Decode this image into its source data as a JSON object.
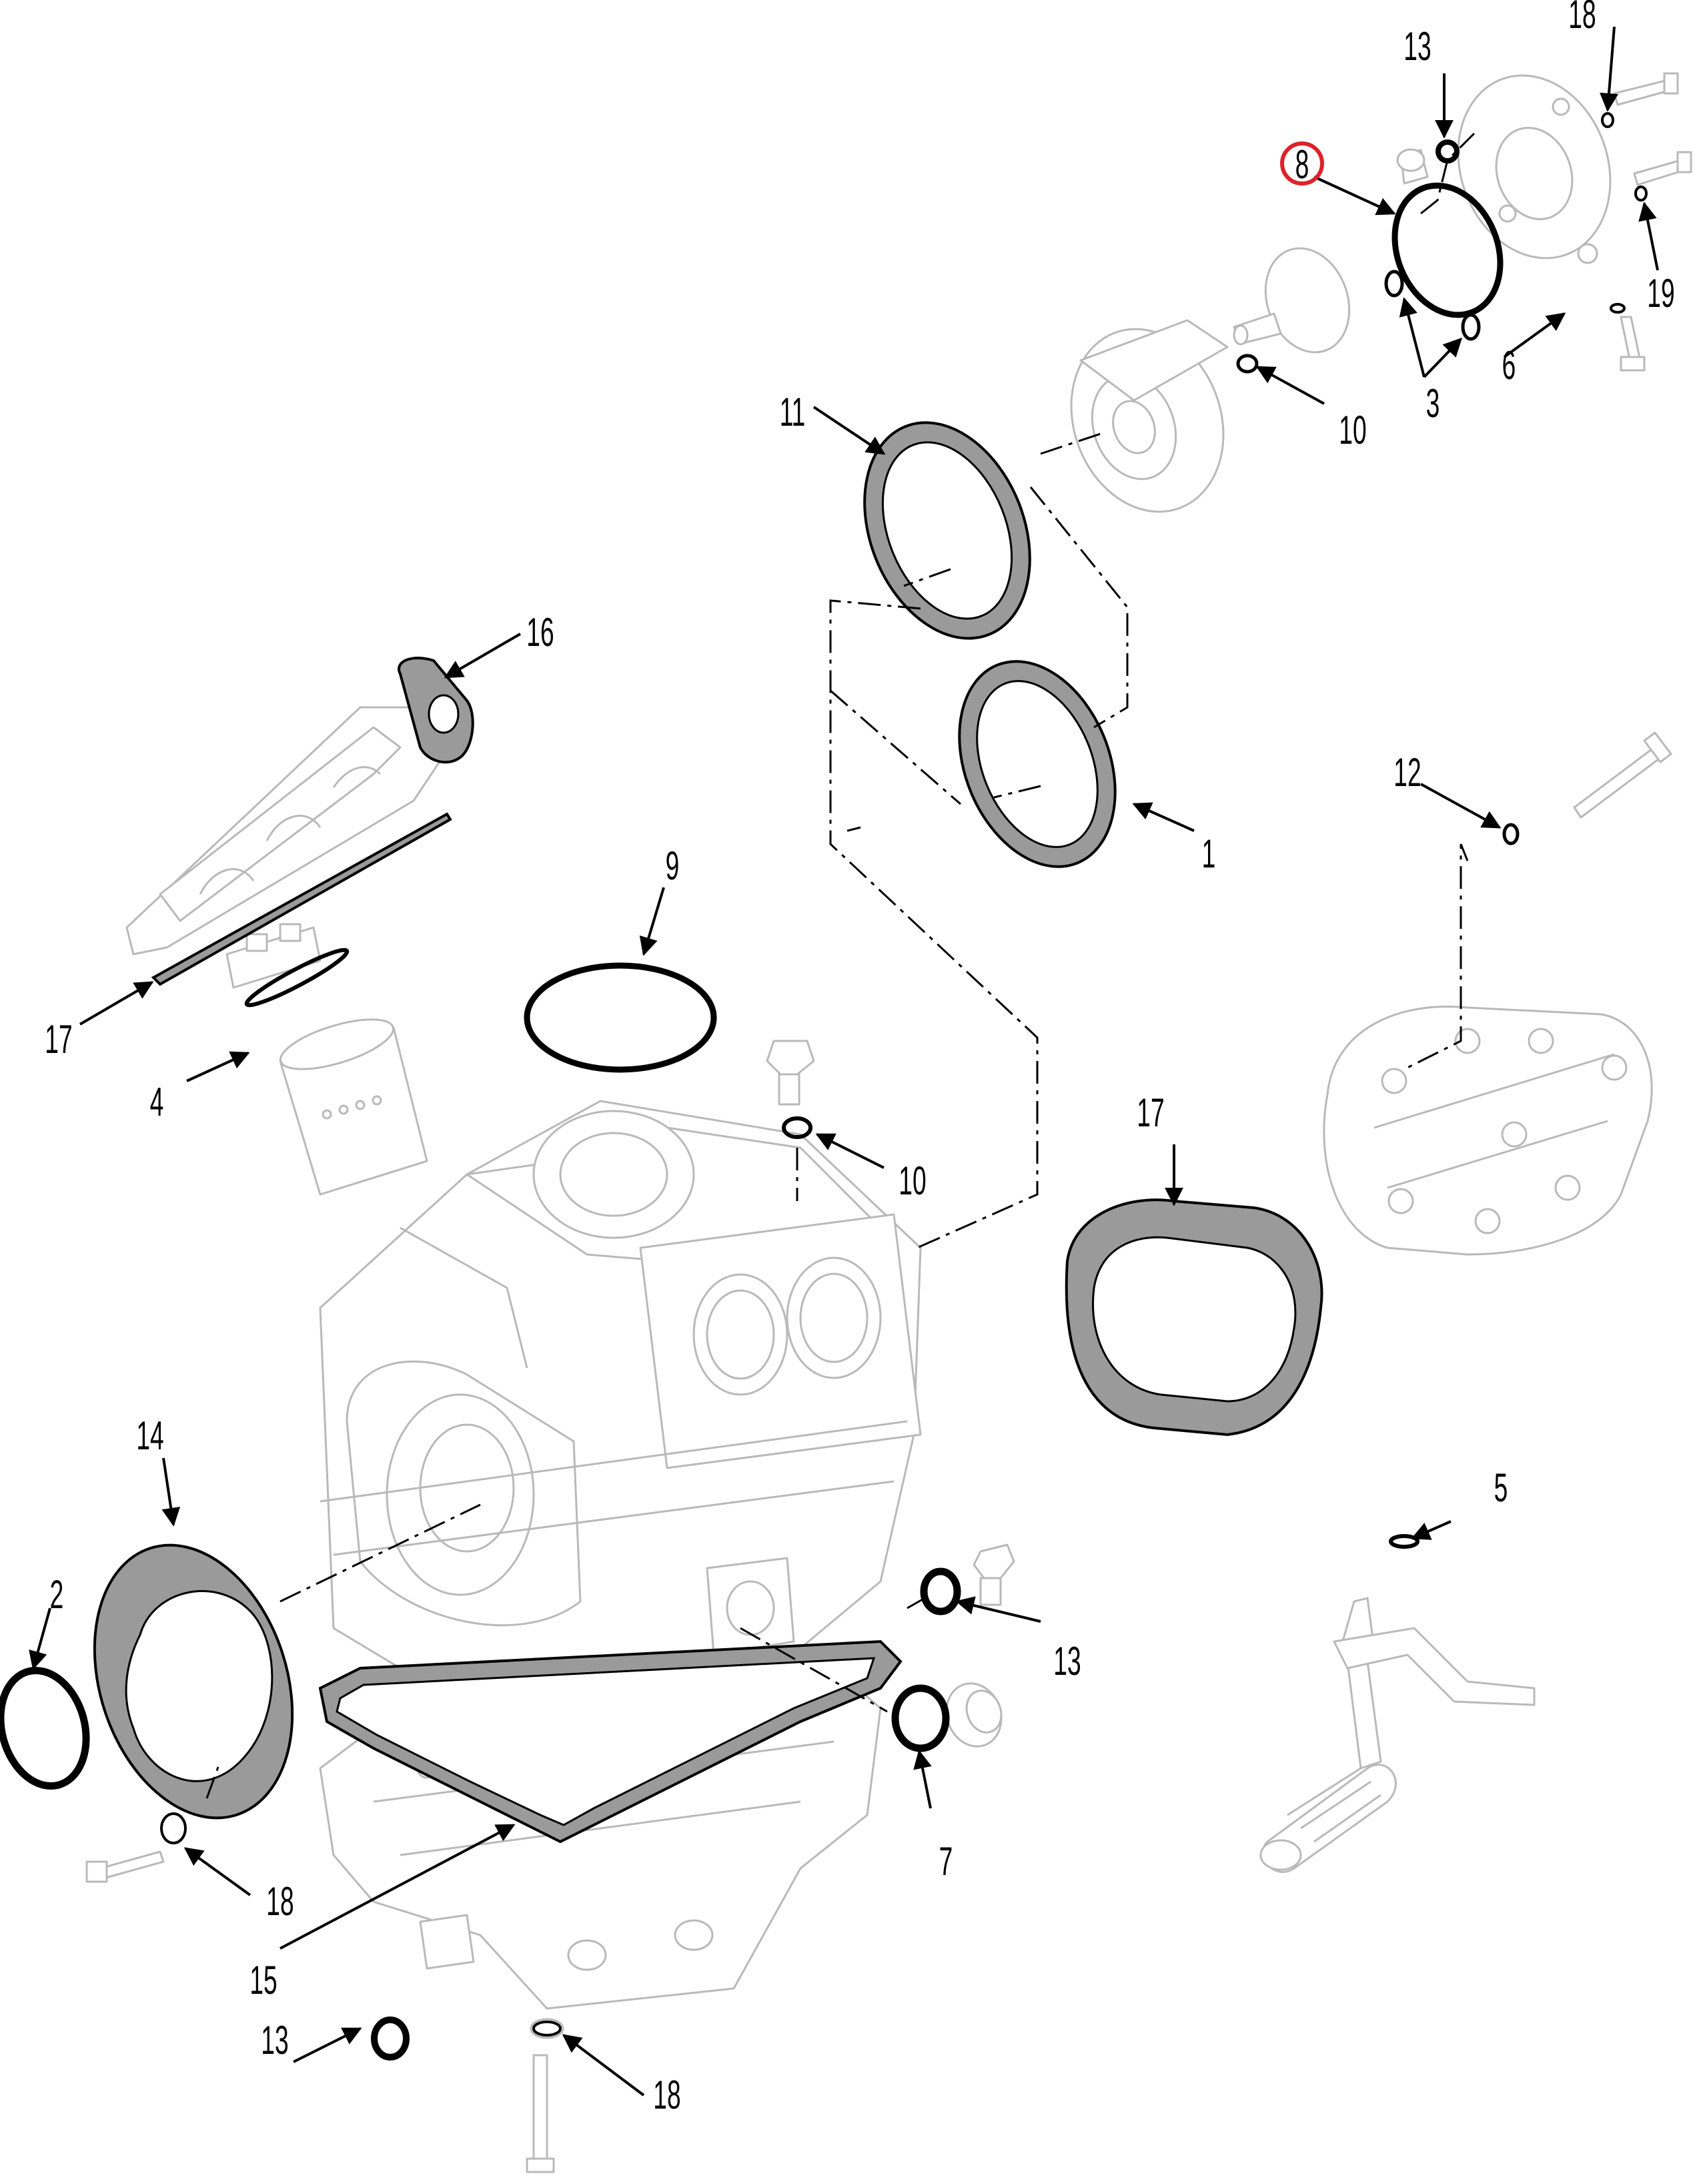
{
  "callouts": {
    "c1": "1",
    "c2": "2",
    "c3": "3",
    "c4": "4",
    "c5": "5",
    "c6": "6",
    "c7": "7",
    "c8": "8",
    "c9": "9",
    "c10a": "10",
    "c10b": "10",
    "c11": "11",
    "c12": "12",
    "c13a": "13",
    "c13b": "13",
    "c13c": "13",
    "c14": "14",
    "c15": "15",
    "c16": "16",
    "c17a": "17",
    "c17b": "17",
    "c18a": "18",
    "c18b": "18",
    "c18c": "18",
    "c19": "19"
  },
  "highlight": {
    "callout": "8",
    "color": "#e0202a"
  },
  "colors": {
    "gasket_fill": "#9a9a9a",
    "part_line": "#b9b9b9",
    "ink": "#000000"
  }
}
